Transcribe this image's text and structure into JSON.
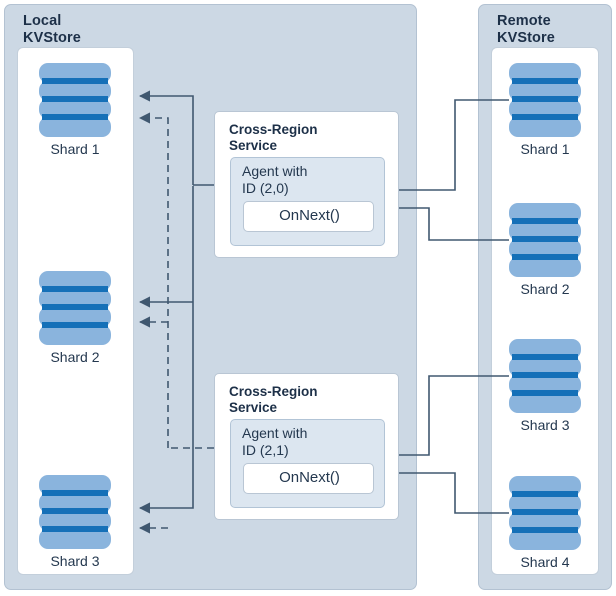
{
  "diagram": {
    "title": "Cross-Region Service Agents connecting Local and Remote KVStore shards",
    "colors": {
      "panel_background": "#ccd8e4",
      "panel_border": "#b3c2d2",
      "container_background": "#ffffff",
      "shard_disk": "#8ab4dd",
      "shard_band": "#1570b8",
      "agent_background": "#dce6f0",
      "connector_line": "#405870",
      "text": "#24384f",
      "heading_text": "#1d3048"
    }
  },
  "local_region": {
    "title": "Local\nKVStore",
    "shards": [
      {
        "label": "Shard 1"
      },
      {
        "label": "Shard 2"
      },
      {
        "label": "Shard 3"
      }
    ]
  },
  "remote_region": {
    "title": "Remote\nKVStore",
    "shards": [
      {
        "label": "Shard 1"
      },
      {
        "label": "Shard 2"
      },
      {
        "label": "Shard 3"
      },
      {
        "label": "Shard 4"
      }
    ]
  },
  "services": [
    {
      "title": "Cross-Region\nService",
      "agent_label": "Agent with\nID (2,0)",
      "callback_label": "OnNext()"
    },
    {
      "title": "Cross-Region\nService",
      "agent_label": "Agent with\nID (2,1)",
      "callback_label": "OnNext()"
    }
  ],
  "connections": {
    "line_style_solid": "solid",
    "line_style_dashed": "dashed",
    "inbound_from_remote": [
      {
        "from": "Remote Shard 1",
        "to": "Agent with ID (2,0)"
      },
      {
        "from": "Remote Shard 2",
        "to": "Agent with ID (2,0)"
      },
      {
        "from": "Remote Shard 3",
        "to": "Agent with ID (2,1)"
      },
      {
        "from": "Remote Shard 4",
        "to": "Agent with ID (2,1)"
      }
    ],
    "outbound_to_local": [
      {
        "from": "Agent with ID (2,0)",
        "to": "Local Shard 1",
        "style": "solid"
      },
      {
        "from": "Agent with ID (2,0)",
        "to": "Local Shard 2",
        "style": "solid"
      },
      {
        "from": "Agent with ID (2,0)",
        "to": "Local Shard 3",
        "style": "solid"
      },
      {
        "from": "Agent with ID (2,1)",
        "to": "Local Shard 1",
        "style": "dashed"
      },
      {
        "from": "Agent with ID (2,1)",
        "to": "Local Shard 2",
        "style": "dashed"
      },
      {
        "from": "Agent with ID (2,1)",
        "to": "Local Shard 3",
        "style": "dashed"
      }
    ]
  }
}
